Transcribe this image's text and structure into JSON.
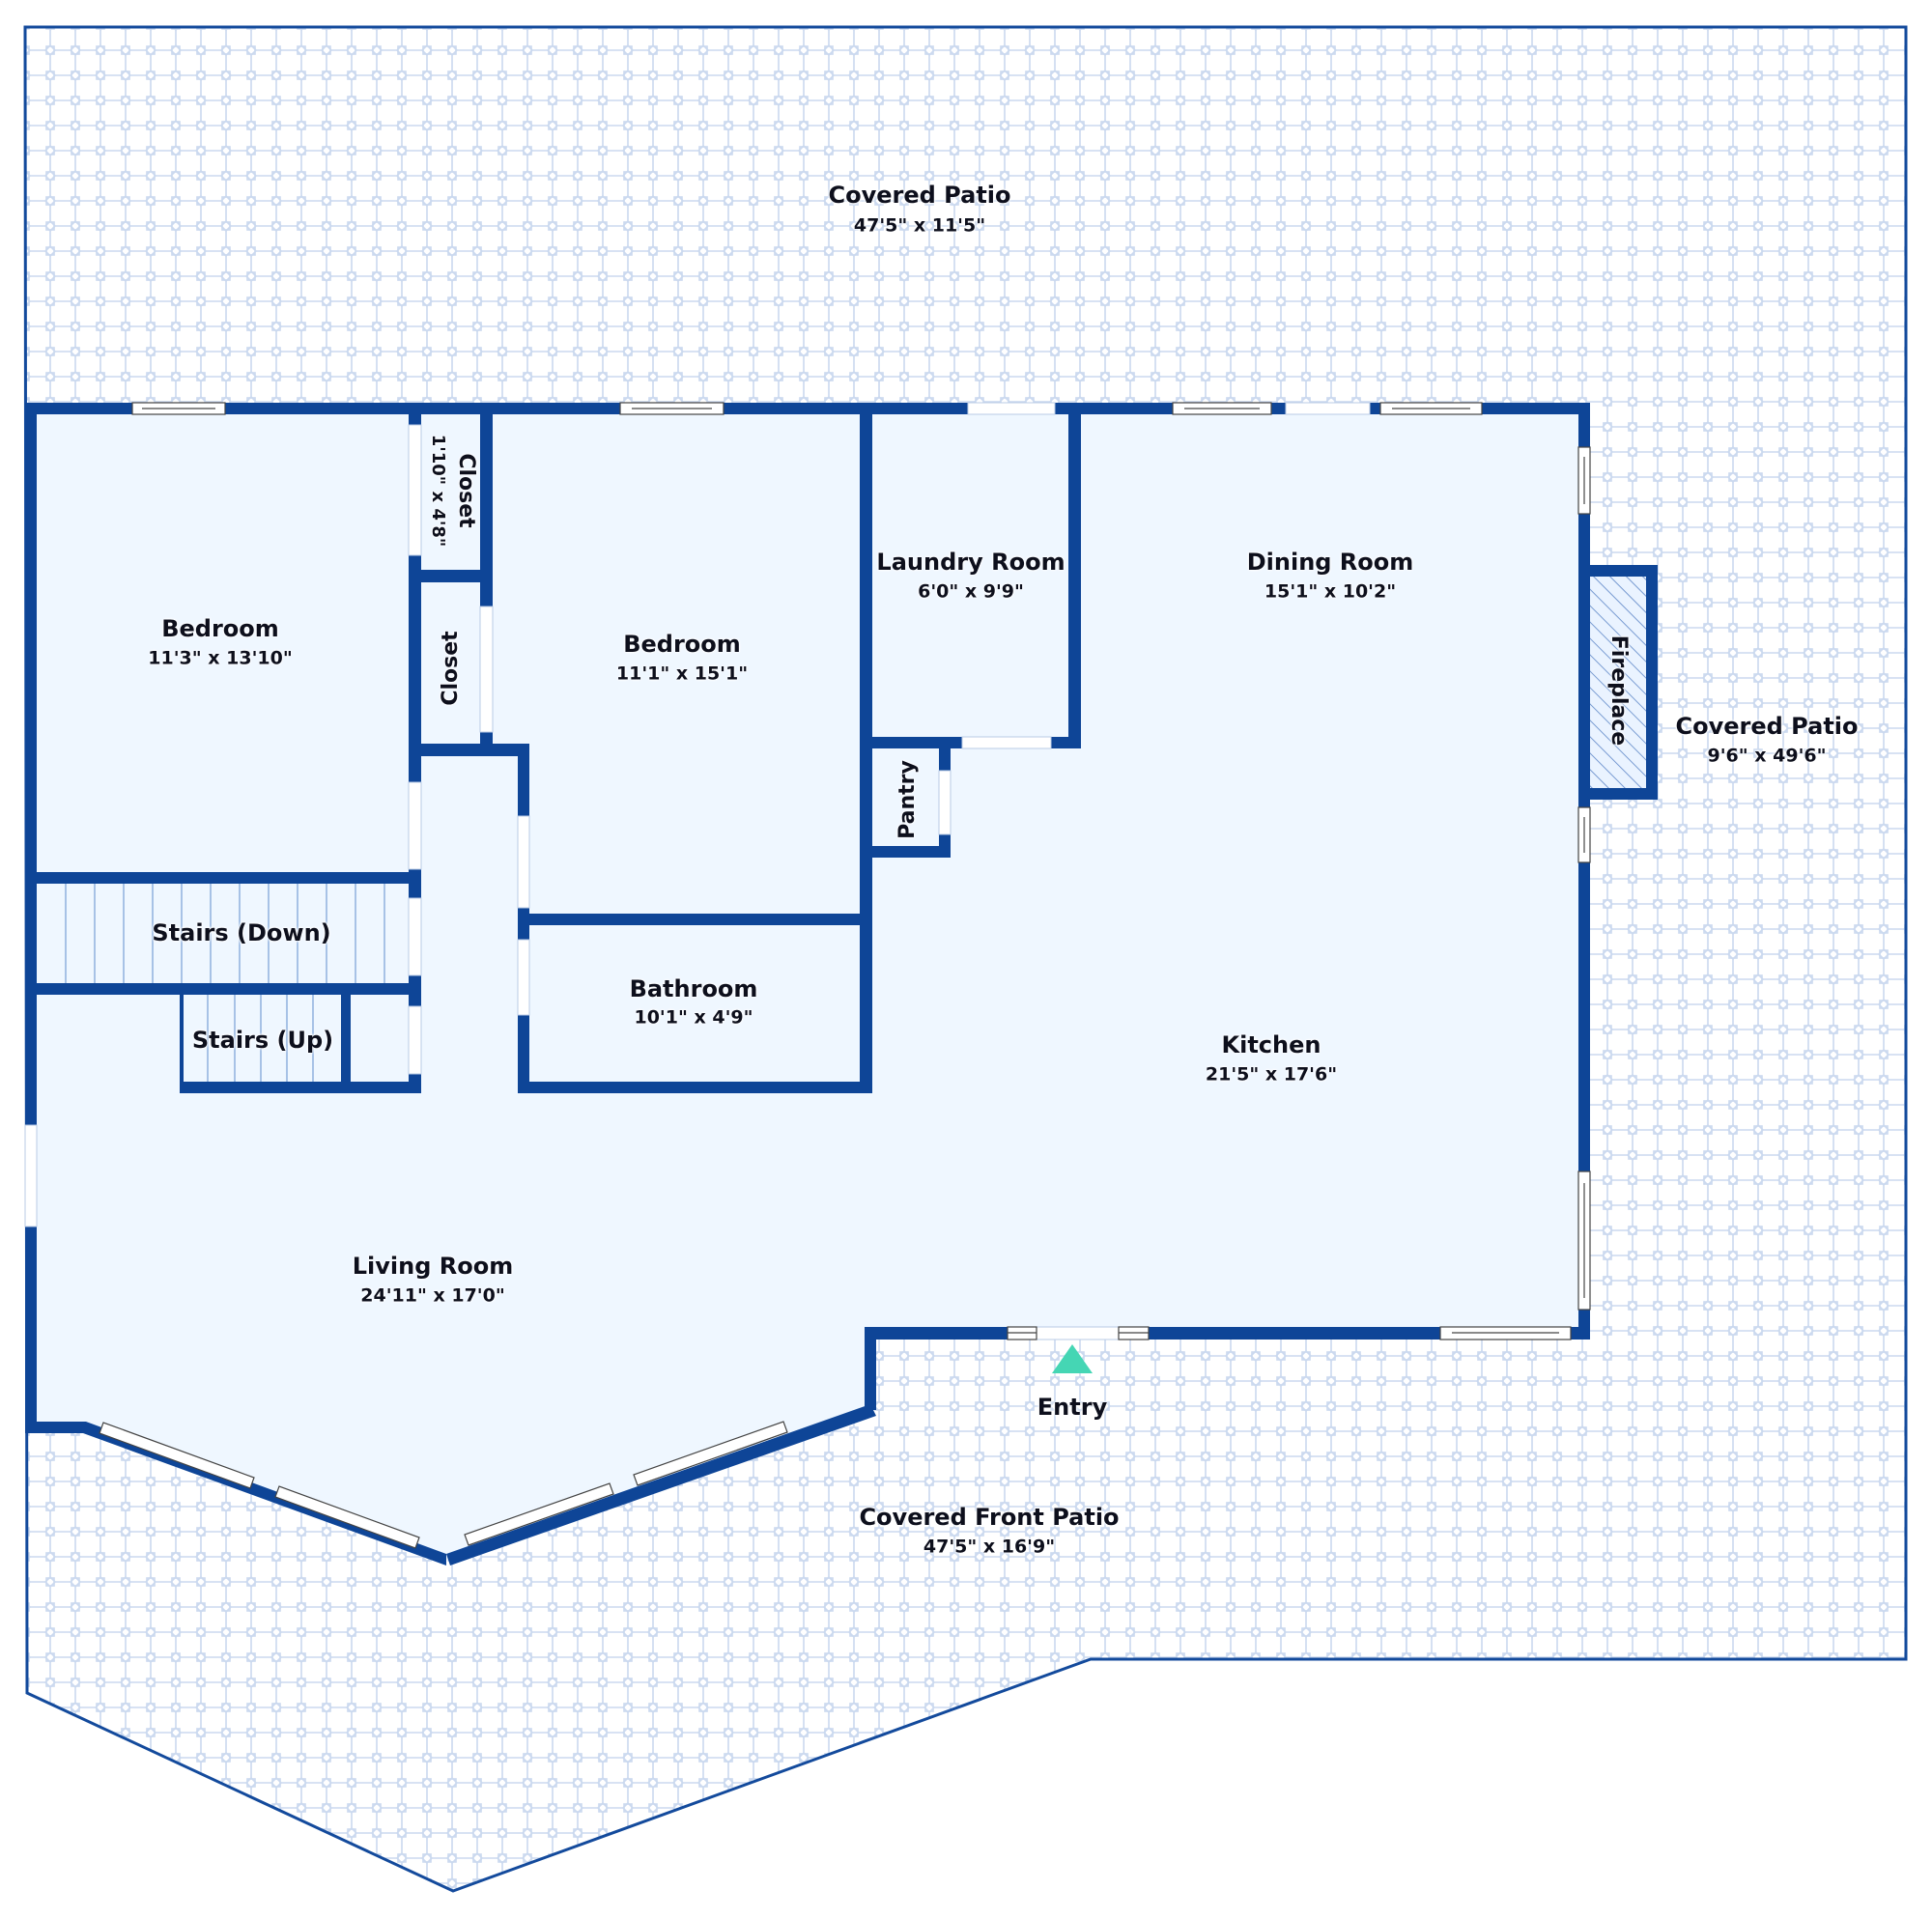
{
  "colors": {
    "wall": "#0e4597",
    "room_fill": "#eff7ff",
    "patio_pattern": "#c9d8ee",
    "patio_border": "#134a9c",
    "entry_marker": "#45d6b4",
    "text": "#0d0f1c"
  },
  "rooms": [
    {
      "name": "Covered Patio",
      "dims": "47'5\" x 11'5\""
    },
    {
      "name": "Bedroom",
      "dims": "11'3\" x 13'10\""
    },
    {
      "name": "Closet",
      "dims": "1'10\" x 4'8\""
    },
    {
      "name": "Closet",
      "dims": ""
    },
    {
      "name": "Bedroom",
      "dims": "11'1\" x 15'1\""
    },
    {
      "name": "Laundry Room",
      "dims": "6'0\" x 9'9\""
    },
    {
      "name": "Dining Room",
      "dims": "15'1\" x 10'2\""
    },
    {
      "name": "Pantry",
      "dims": ""
    },
    {
      "name": "Fireplace",
      "dims": ""
    },
    {
      "name": "Covered Patio",
      "dims": "9'6\" x 49'6\""
    },
    {
      "name": "Stairs (Down)",
      "dims": ""
    },
    {
      "name": "Stairs (Up)",
      "dims": ""
    },
    {
      "name": "Bathroom",
      "dims": "10'1\" x 4'9\""
    },
    {
      "name": "Kitchen",
      "dims": "21'5\" x 17'6\""
    },
    {
      "name": "Living Room",
      "dims": "24'11\" x 17'0\""
    },
    {
      "name": "Covered Front Patio",
      "dims": "47'5\" x 16'9\""
    }
  ],
  "entry": {
    "label": "Entry",
    "icon": "triangle-up-marker"
  }
}
